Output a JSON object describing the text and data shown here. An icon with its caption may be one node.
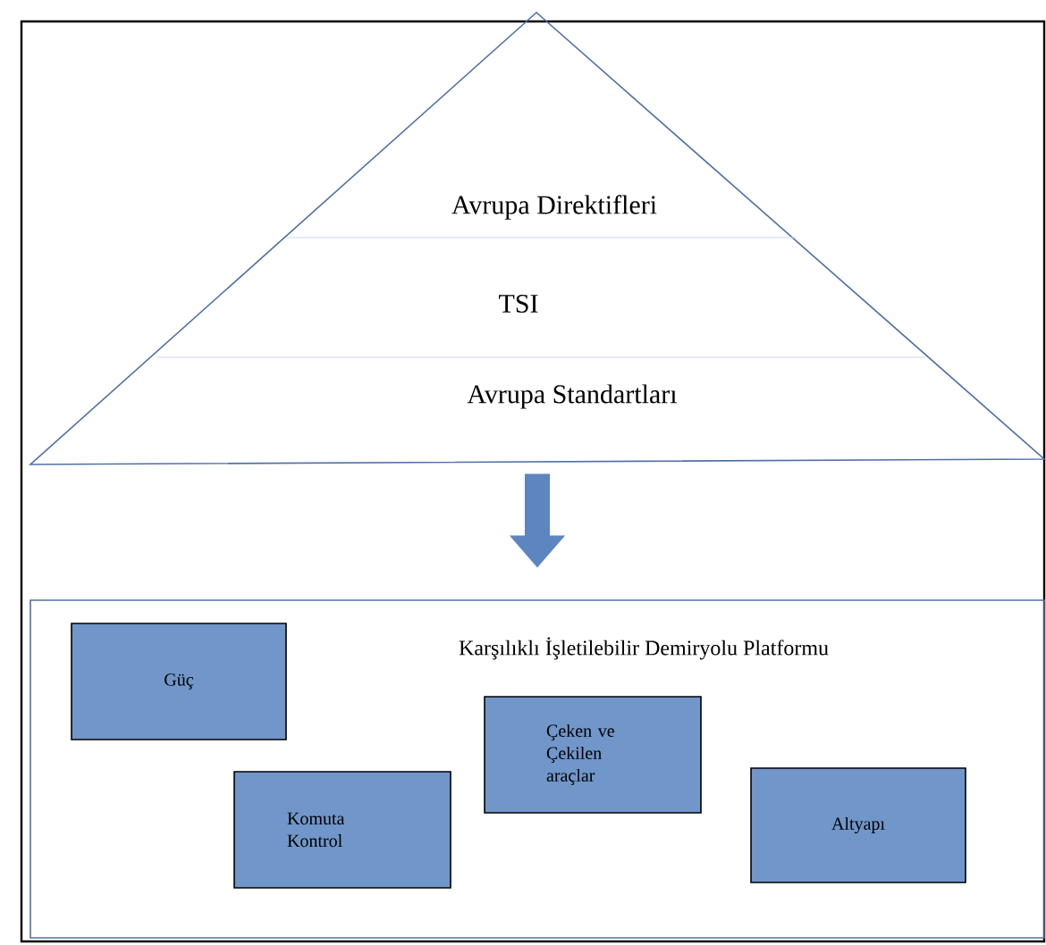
{
  "diagram": {
    "nodes": [
      {
        "text": [
          "Avrupa Direktifleri",
          "TSI",
          "Avrupa Standartları"
        ]
      },
      {
        "text": [
          "Karşılıklı İşletilebilir Demiryolu Platformu"
        ]
      },
      {
        "text": [
          "Güç"
        ],
        "in": 1
      },
      {
        "text": [
          "Çeken ve Çekilen araçlar"
        ],
        "in": 1
      },
      {
        "text": [
          "Komuta Kontrol"
        ],
        "in": 1
      },
      {
        "text": [
          "Altyapı"
        ],
        "in": 1
      }
    ],
    "edges": [
      {
        "from": 0,
        "to": 1,
        "arrow": "to"
      }
    ]
  }
}
